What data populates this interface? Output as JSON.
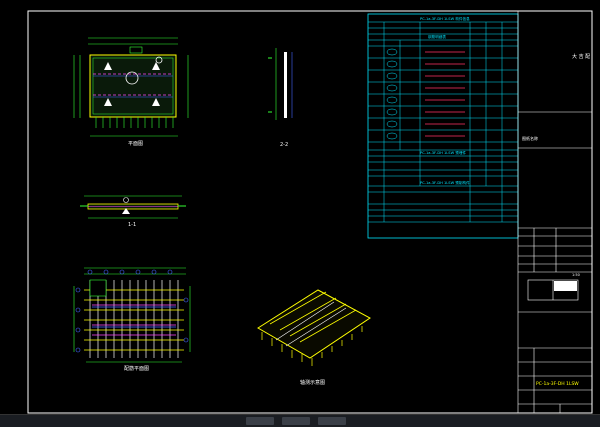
{
  "colors": {
    "frame": "#ffffff",
    "cyan": "#00ffff",
    "green": "#33ff33",
    "yellow": "#ffff00",
    "magenta": "#ff44ff",
    "blue": "#4466ff",
    "red": "#ff3333",
    "table": "#00e5ff"
  },
  "views": {
    "plan_label": "平面图",
    "side_label": "2-2",
    "section_label": "1-1",
    "rebar_label": "配筋平面图",
    "iso_label": "轴测示意图"
  },
  "side_panel": {
    "company": "大\n吉\n配",
    "title_label": "图纸名称",
    "drawing_no": "PC-1a-3F-DH 1LSW",
    "scale_label": "1:50"
  },
  "tables": {
    "t1_title": "PC-1a-3F-DH 1LSW 构件信息",
    "t2_title": "钢筋明细表",
    "t3_title": "PC-1a-3F-DH 1LSW 预埋件",
    "t4_title": "PC-1a-3F-DH 1LSW 预制构件"
  },
  "taskbar": {
    "items": [
      "",
      "",
      ""
    ]
  }
}
